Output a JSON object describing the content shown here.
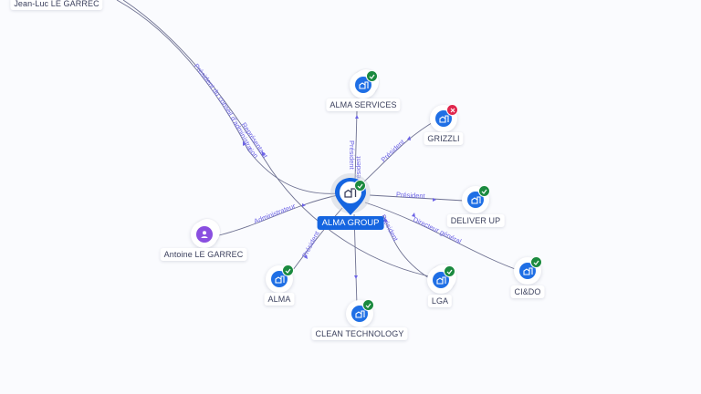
{
  "graph": {
    "center": {
      "name": "ALMA GROUP",
      "status": "active",
      "type": "company"
    },
    "nodes": [
      {
        "id": "jean-luc",
        "name": "Jean-Luc LE GARREC",
        "type": "person"
      },
      {
        "id": "antoine",
        "name": "Antoine LE GARREC",
        "type": "person"
      },
      {
        "id": "alma-services",
        "name": "ALMA SERVICES",
        "type": "company",
        "status": "active"
      },
      {
        "id": "grizzli",
        "name": "GRIZZLI",
        "type": "company",
        "status": "closed"
      },
      {
        "id": "deliver-up",
        "name": "DELIVER UP",
        "type": "company",
        "status": "active"
      },
      {
        "id": "cido",
        "name": "CI&DO",
        "type": "company",
        "status": "active"
      },
      {
        "id": "lga",
        "name": "LGA",
        "type": "company",
        "status": "active"
      },
      {
        "id": "clean-technology",
        "name": "CLEAN TECHNOLOGY",
        "type": "company",
        "status": "active"
      },
      {
        "id": "alma",
        "name": "ALMA",
        "type": "company",
        "status": "active"
      }
    ],
    "edges": [
      {
        "from": "jean-luc",
        "to": "ALMA GROUP",
        "label": "Président du conseil d'administration"
      },
      {
        "from": "jean-luc",
        "to": "lga",
        "label": "Représentant"
      },
      {
        "from": "antoine",
        "to": "ALMA GROUP",
        "label": "Administrateur"
      },
      {
        "from": "ALMA GROUP",
        "to": "alma-services",
        "label": "Président"
      },
      {
        "from": "ALMA GROUP",
        "to": "grizzli",
        "label": "Président"
      },
      {
        "from": "ALMA GROUP",
        "to": "deliver-up",
        "label": "Président"
      },
      {
        "from": "ALMA GROUP",
        "to": "cido",
        "label": "Directeur général"
      },
      {
        "from": "lga",
        "to": "ALMA GROUP",
        "label": "Président"
      },
      {
        "from": "ALMA GROUP",
        "to": "clean-technology",
        "label": "Président"
      },
      {
        "from": "ALMA GROUP",
        "to": "alma",
        "label": "Président"
      }
    ]
  },
  "icons": {
    "company": "building-icon",
    "person": "person-icon",
    "active": "check-icon",
    "closed": "cross-icon"
  },
  "colors": {
    "company": "#1f6fe5",
    "person": "#8a4fe0",
    "active": "#1b8a3f",
    "closed": "#e0264d",
    "edge_label": "#6c63e6",
    "center_label_bg": "#1565e0"
  }
}
